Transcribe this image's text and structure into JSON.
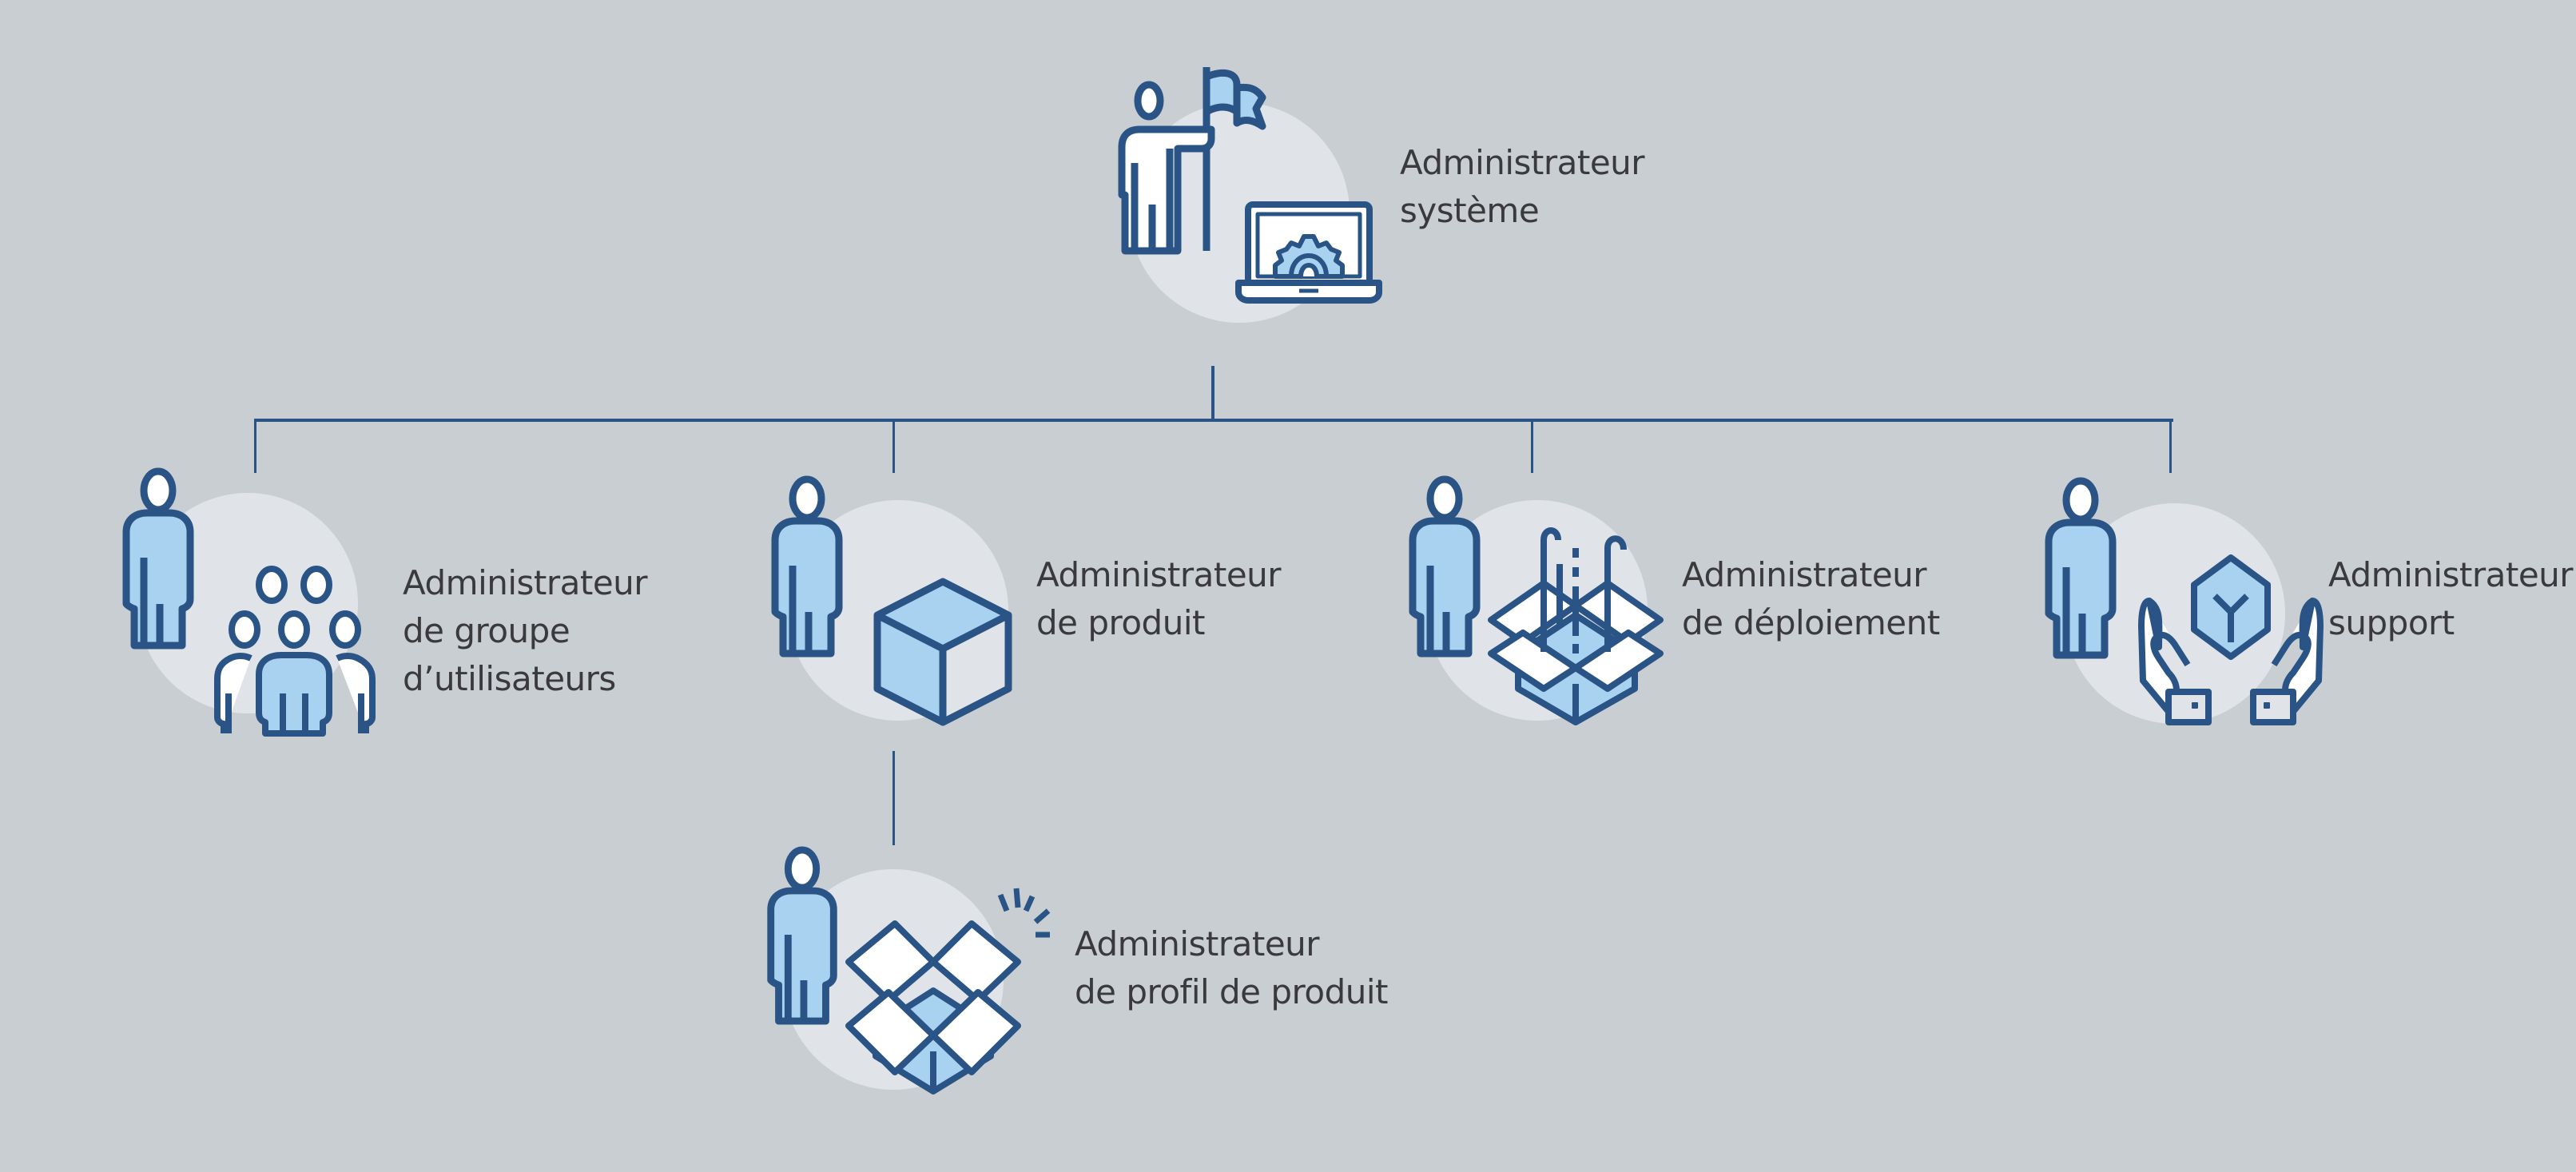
{
  "diagram": {
    "title": "Rôles d'administrateur",
    "colors": {
      "background": "#c9ced3",
      "circle": "#e0e4e8",
      "stroke": "#2a5485",
      "fill_light": "#a9d2f1",
      "fill_white": "#ffffff",
      "text": "#3a3a3c"
    },
    "nodes": {
      "system": {
        "label_line1": "Administrateur",
        "label_line2": "système",
        "icon": "person-with-flag-and-laptop-gear-icon"
      },
      "user_group": {
        "label_line1": "Administrateur",
        "label_line2": "de groupe",
        "label_line3": "d’utilisateurs",
        "icon": "person-with-group-icon"
      },
      "product": {
        "label_line1": "Administrateur",
        "label_line2": "de produit",
        "icon": "person-with-cube-icon"
      },
      "deployment": {
        "label_line1": "Administrateur",
        "label_line2": "de déploiement",
        "icon": "person-with-open-box-deploy-icon"
      },
      "support": {
        "label_line1": "Administrateur",
        "label_line2": "support",
        "icon": "person-with-hands-holding-cube-icon"
      },
      "product_profile": {
        "label_line1": "Administrateur",
        "label_line2": "de profil de produit",
        "icon": "person-with-open-box-sparkle-icon"
      }
    },
    "edges": [
      {
        "from": "system",
        "to": "user_group"
      },
      {
        "from": "system",
        "to": "product"
      },
      {
        "from": "system",
        "to": "deployment"
      },
      {
        "from": "system",
        "to": "support"
      },
      {
        "from": "product",
        "to": "product_profile"
      }
    ]
  }
}
